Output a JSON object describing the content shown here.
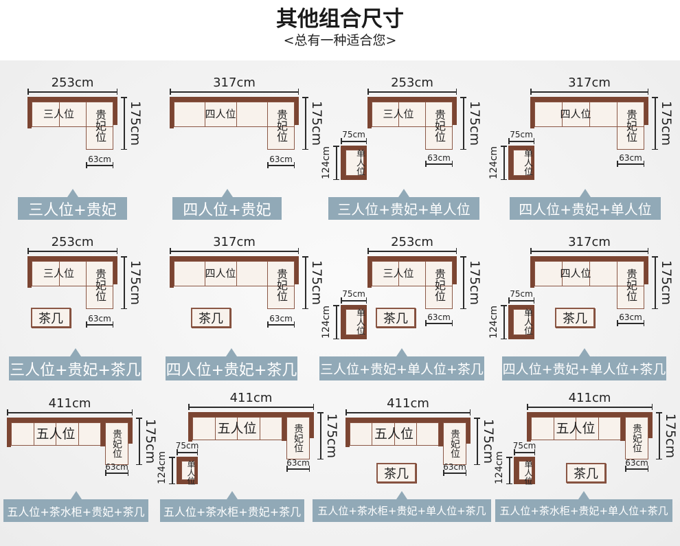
{
  "header": {
    "title": "其他组合尺寸",
    "subtitle": "<总有一种适合您>"
  },
  "combos": [
    {
      "name": "三人位+贵妃",
      "width": "253cm",
      "depth": "175cm",
      "chaise_width": "63cm",
      "seat_label": "三人位",
      "chaise_label": "贵妃位",
      "single": null,
      "table": null
    },
    {
      "name": "四人位+贵妃",
      "width": "317cm",
      "depth": "175cm",
      "chaise_width": "63cm",
      "seat_label": "四人位",
      "chaise_label": "贵妃位",
      "single": null,
      "table": null
    },
    {
      "name": "三人位+贵妃+单人位",
      "width": "253cm",
      "depth": "175cm",
      "chaise_width": "63cm",
      "seat_label": "三人位",
      "chaise_label": "贵妃位",
      "single": {
        "width": "75cm",
        "depth": "124cm",
        "label": "单人位"
      },
      "table": null
    },
    {
      "name": "四人位+贵妃+单人位",
      "width": "317cm",
      "depth": "175cm",
      "chaise_width": "63cm",
      "seat_label": "四人位",
      "chaise_label": "贵妃位",
      "single": {
        "width": "75cm",
        "depth": "124cm",
        "label": "单人位"
      },
      "table": null
    },
    {
      "name": "三人位+贵妃+茶几",
      "width": "253cm",
      "depth": "175cm",
      "chaise_width": "63cm",
      "seat_label": "三人位",
      "chaise_label": "贵妃位",
      "single": null,
      "table": "茶几"
    },
    {
      "name": "四人位+贵妃+茶几",
      "width": "317cm",
      "depth": "175cm",
      "chaise_width": "63cm",
      "seat_label": "四人位",
      "chaise_label": "贵妃位",
      "single": null,
      "table": "茶几"
    },
    {
      "name": "三人位+贵妃+单人位+茶几",
      "width": "253cm",
      "depth": "175cm",
      "chaise_width": "63cm",
      "seat_label": "三人位",
      "chaise_label": "贵妃位",
      "single": {
        "width": "75cm",
        "depth": "124cm",
        "label": "单人位"
      },
      "table": "茶几"
    },
    {
      "name": "四人位+贵妃+单人位+茶几",
      "width": "317cm",
      "depth": "175cm",
      "chaise_width": "63cm",
      "seat_label": "四人位",
      "chaise_label": "贵妃位",
      "single": {
        "width": "75cm",
        "depth": "124cm",
        "label": "单人位"
      },
      "table": "茶几"
    },
    {
      "name": "五人位+茶水柜+贵妃+茶几",
      "width": "411cm",
      "depth": "175cm",
      "chaise_width": "63cm",
      "seat_label": "五人位",
      "chaise_label": "贵妃位",
      "single": null,
      "table": null
    },
    {
      "name": "五人位+茶水柜+贵妃+茶几",
      "width": "411cm",
      "depth": "175cm",
      "chaise_width": "63cm",
      "seat_label": "五人位",
      "chaise_label": "贵妃位",
      "single": {
        "width": "75cm",
        "depth": "124cm",
        "label": "单人位"
      },
      "table": null
    },
    {
      "name": "五人位+茶水柜+贵妃+单人位+茶几",
      "width": "411cm",
      "depth": "175cm",
      "chaise_width": "63cm",
      "seat_label": "五人位",
      "chaise_label": "贵妃位",
      "single": null,
      "table": "茶几"
    },
    {
      "name": "五人位+茶水柜+贵妃+单人位+茶几",
      "width": "411cm",
      "depth": "175cm",
      "chaise_width": "63cm",
      "seat_label": "五人位",
      "chaise_label": "贵妃位",
      "single": {
        "width": "75cm",
        "depth": "124cm",
        "label": "单人位"
      },
      "table": "茶几"
    }
  ]
}
